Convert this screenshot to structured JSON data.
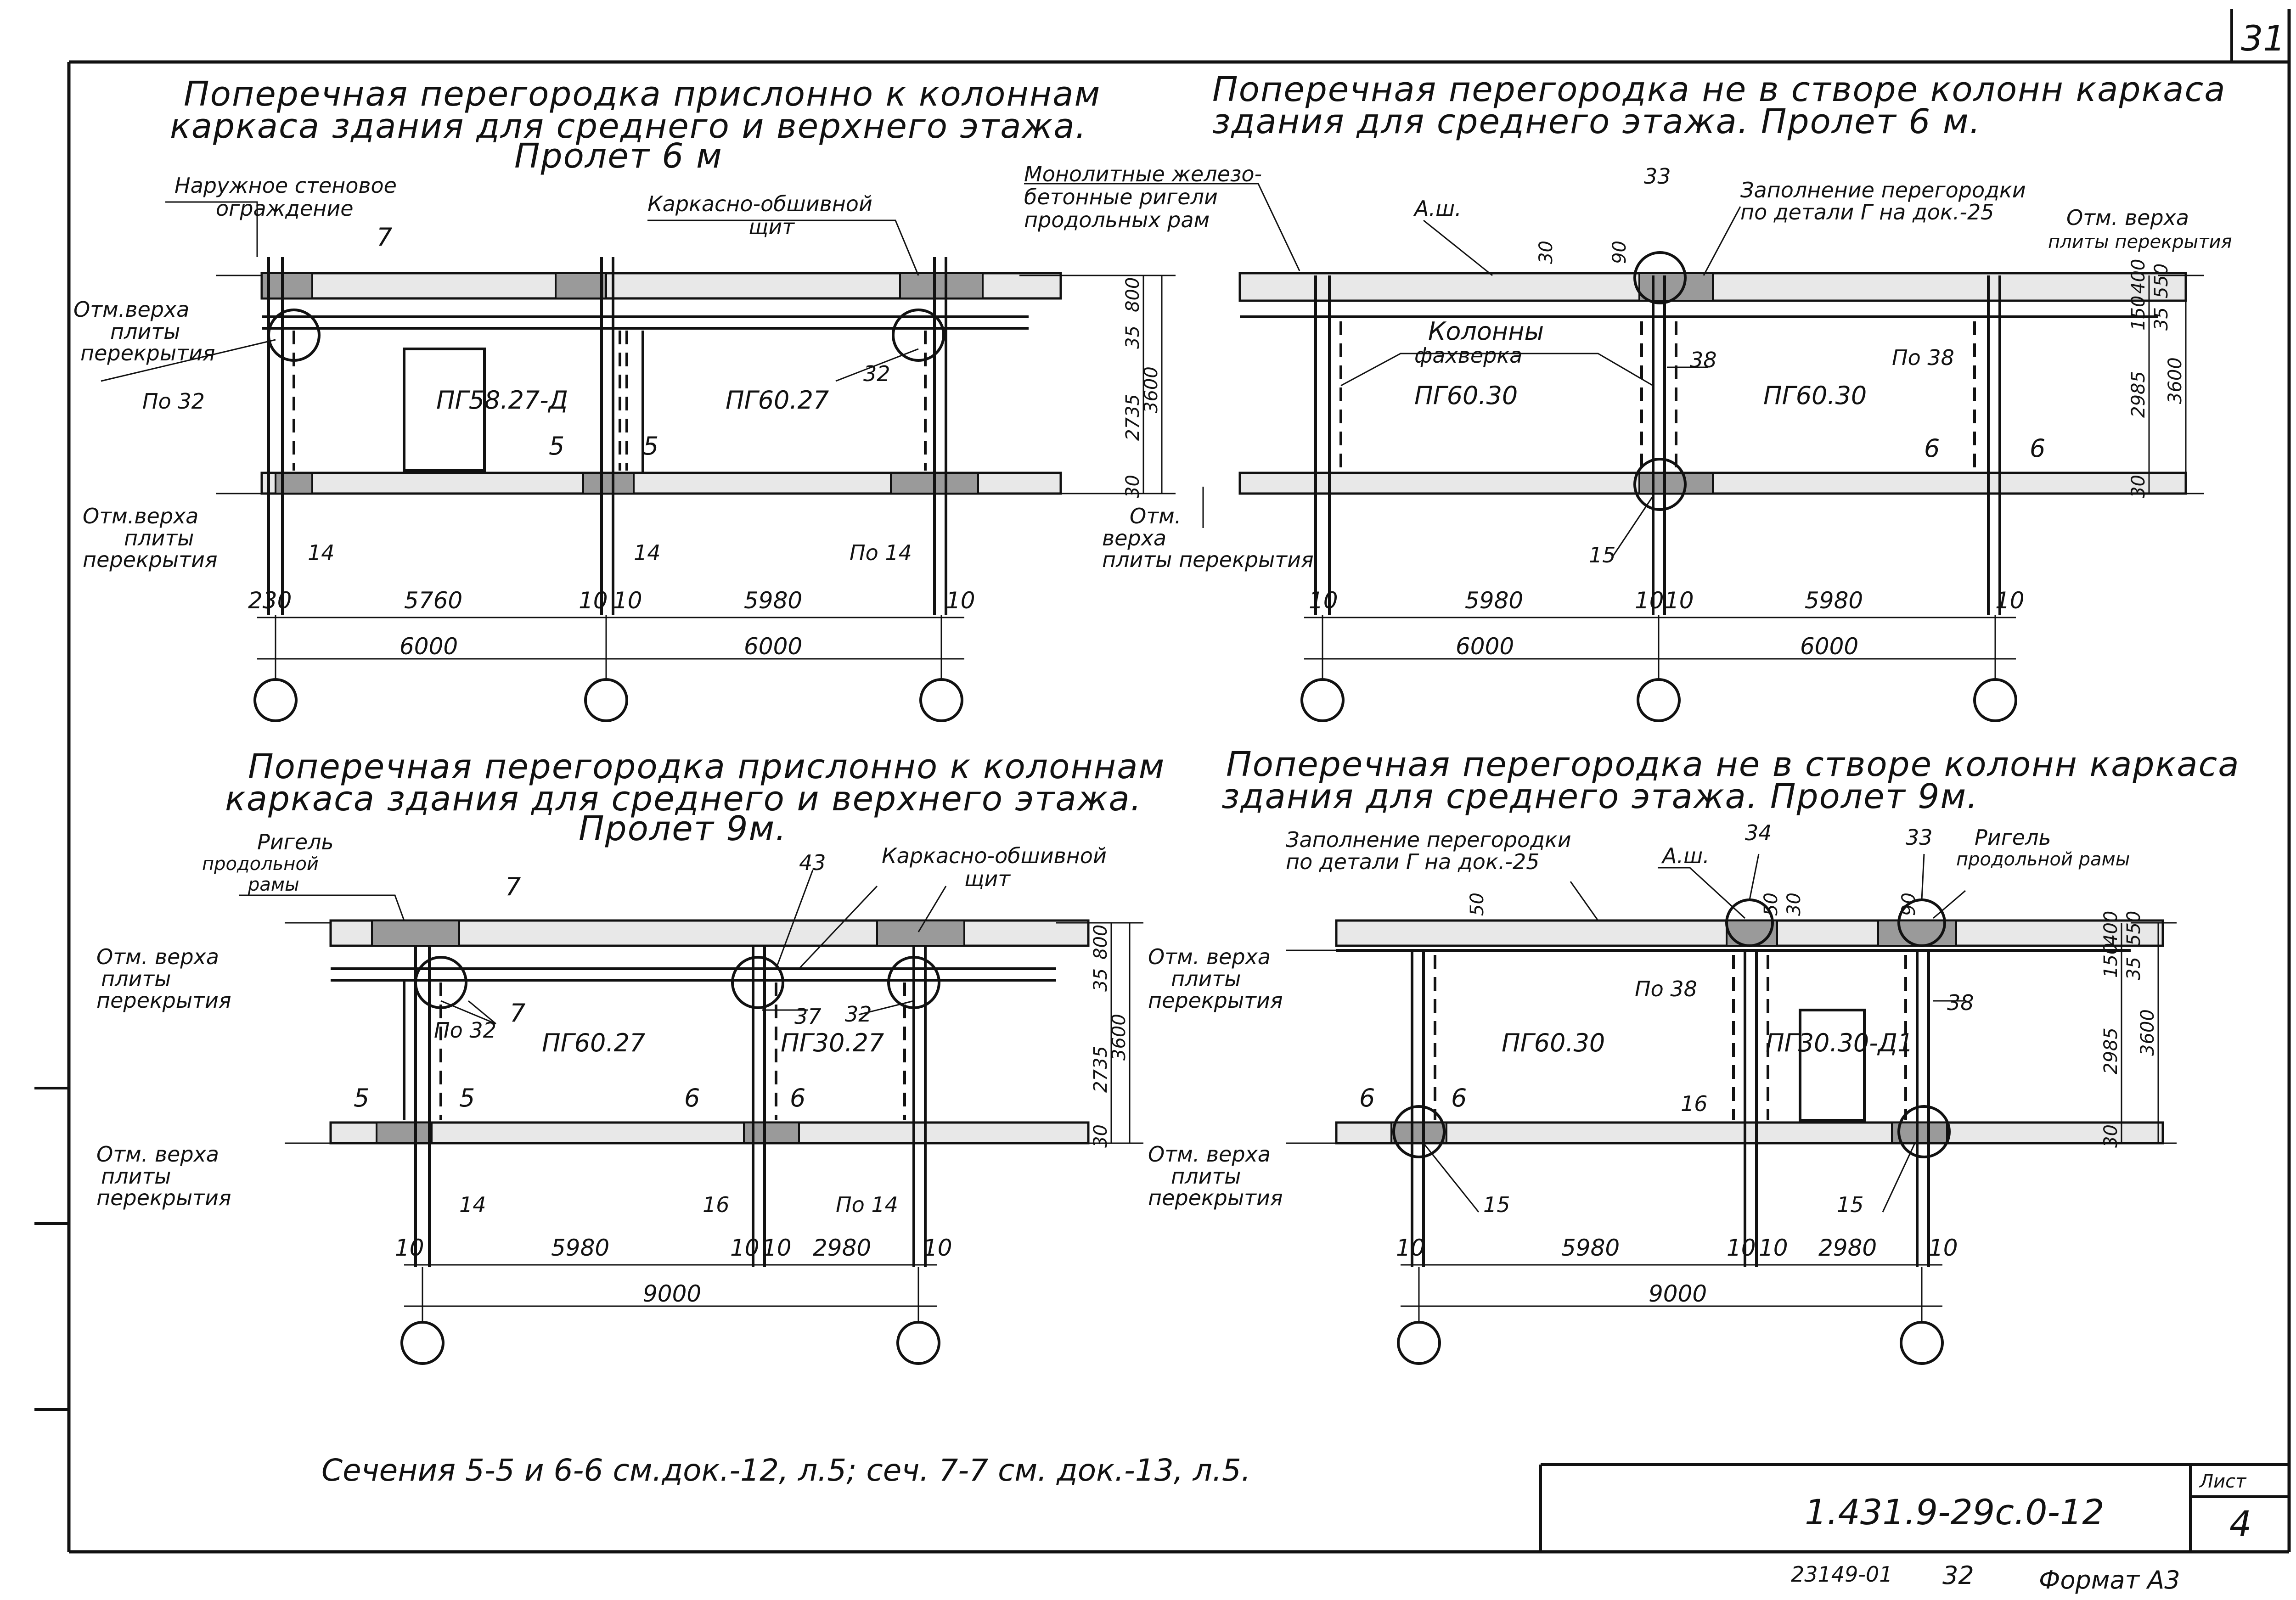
{
  "sheet": {
    "page_mark": "31",
    "code": "1.431.9-29с.0-12",
    "sheet_label": "Лист",
    "sheet_number": "4",
    "inventory": "23149-01",
    "copy_no": "32",
    "format": "Формат А3",
    "footnote": "Сечения 5-5 и 6-6 см.док.-12, л.5; сеч. 7-7 см. док.-13, л.5."
  },
  "drawings": [
    {
      "title": [
        "Поперечная перегородка прислонно к колоннам",
        "каркаса здания для среднего и верхнего этажа.",
        "Пролет 6 м"
      ],
      "labels": {
        "outer_wall": [
          "Наружное стеновое",
          "ограждение"
        ],
        "frame_panel": [
          "Каркасно-обшивной",
          "щит"
        ],
        "monolithic": [
          "Монолитные железо-",
          "бетонные ригели",
          "продольных рам"
        ],
        "top_mark": [
          "Отм.верха",
          "плиты",
          "перекрытия"
        ],
        "bottom_mark": [
          "Отм.верха",
          "плиты",
          "перекрытия"
        ],
        "po32": "По 32",
        "n32": "32",
        "section7": "7",
        "n14a": "14",
        "n14b": "14",
        "po14": "По 14",
        "sec5a": "5",
        "sec5b": "5",
        "panel1": "ПГ58.27-Д",
        "panel2": "ПГ60.27"
      },
      "dims": {
        "d230": "230",
        "d5760": "5760",
        "d10a": "10",
        "d10b": "10",
        "d5980": "5980",
        "d10c": "10",
        "span1": "6000",
        "span2": "6000",
        "v35": "35",
        "v800": "800",
        "v2735": "2735",
        "v3600": "3600",
        "v30": "30"
      }
    },
    {
      "title": [
        "Поперечная перегородка не в створе колонн каркаса",
        "здания для среднего этажа. Пролет 6 м."
      ],
      "labels": {
        "ash": "А.ш.",
        "n33": "33",
        "fill": [
          "Заполнение перегородки",
          "по детали Г на док.-25"
        ],
        "top_mark": [
          "Отм. верха",
          "плиты перекрытия"
        ],
        "columns": [
          "Колонны",
          "фахверка"
        ],
        "n38": "38",
        "po38": "По 38",
        "panel1": "ПГ60.30",
        "panel2": "ПГ60.30",
        "sec6a": "6",
        "sec6b": "6",
        "bottom_mark": [
          "Отм.",
          "верха",
          "плиты перекрытия"
        ],
        "n15": "15",
        "d30a": "30",
        "d90": "90"
      },
      "dims": {
        "d10a": "10",
        "d5980a": "5980",
        "d10b": "10",
        "d10c": "10",
        "d5980b": "5980",
        "d10d": "10",
        "span1": "6000",
        "span2": "6000",
        "v150": "150",
        "v400": "400",
        "v35": "35",
        "v550": "550",
        "v2985": "2985",
        "v3600": "3600",
        "v30": "30"
      }
    },
    {
      "title": [
        "Поперечная перегородка прислонно к колоннам",
        "каркаса здания для среднего и верхнего этажа.",
        "Пролет 9м."
      ],
      "labels": {
        "rigel": [
          "Ригель",
          "продольной",
          "рамы"
        ],
        "section7a": "7",
        "section7b": "7",
        "n43": "43",
        "frame_panel": [
          "Каркасно-обшивной",
          "щит"
        ],
        "top_mark": [
          "Отм. верха",
          "плиты",
          "перекрытия"
        ],
        "bottom_mark": [
          "Отм. верха",
          "плиты",
          "перекрытия"
        ],
        "po32": "По 32",
        "n37": "37",
        "n32": "32",
        "panel1": "ПГ60.27",
        "panel2": "ПГ30.27",
        "sec5a": "5",
        "sec5b": "5",
        "sec6a": "6",
        "sec6b": "6",
        "n14": "14",
        "n16": "16",
        "po14": "По 14"
      },
      "dims": {
        "d10a": "10",
        "d5980": "5980",
        "d10b": "10",
        "d10c": "10",
        "d2980": "2980",
        "d10d": "10",
        "span": "9000",
        "v35": "35",
        "v800": "800",
        "v2735": "2735",
        "v3600": "3600",
        "v30": "30"
      }
    },
    {
      "title": [
        "Поперечная перегородка не в створе колонн каркаса",
        "здания для среднего этажа. Пролет 9м."
      ],
      "labels": {
        "fill": [
          "Заполнение перегородки",
          "по детали Г на док.-25"
        ],
        "ash": "А.ш.",
        "n34": "34",
        "n33": "33",
        "rigel": [
          "Ригель",
          "продольной рамы"
        ],
        "d50a": "50",
        "d50b": "50",
        "d30": "30",
        "d90": "90",
        "top_mark": [
          "Отм. верха",
          "плиты",
          "перекрытия"
        ],
        "bottom_mark": [
          "Отм. верха",
          "плиты",
          "перекрытия"
        ],
        "po38": "По 38",
        "n38": "38",
        "panel1": "ПГ60.30",
        "panel2": "ПГ30.30-Д1",
        "sec6a": "6",
        "sec6b": "6",
        "n16": "16",
        "n15a": "15",
        "n15b": "15"
      },
      "dims": {
        "d10a": "10",
        "d5980": "5980",
        "d10b": "10",
        "d10c": "10",
        "d2980": "2980",
        "d10d": "10",
        "span": "9000",
        "v150": "150",
        "v400": "400",
        "v35": "35",
        "v550": "550",
        "v2985": "2985",
        "v3600": "3600",
        "v30": "30"
      }
    }
  ]
}
